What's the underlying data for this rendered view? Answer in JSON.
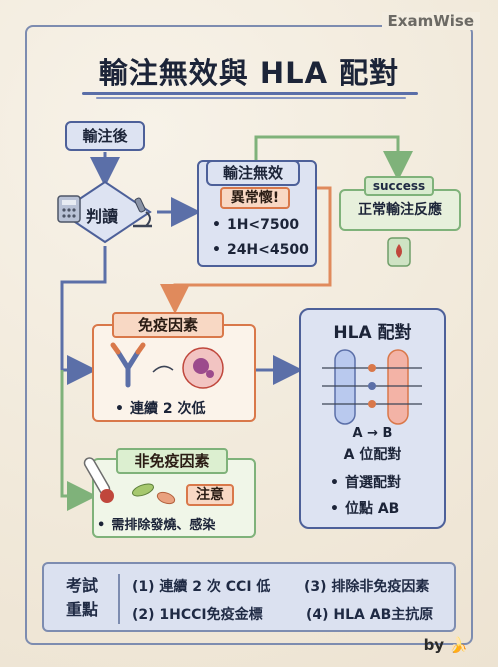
{
  "brand": "ExamWise",
  "title": "輸注無效與 HLA 配對",
  "nodes": {
    "transfusion_after": "輸注後",
    "judge": "判讀",
    "ineffective": {
      "title": "輸注無效",
      "tag": "異常懷!",
      "items": [
        "1H<7500",
        "24H<4500"
      ]
    },
    "success": {
      "tag": "success",
      "label": "正常輸注反應"
    },
    "immune": {
      "title": "免疫因素",
      "items": [
        "連續 2 次低"
      ]
    },
    "nonimmune": {
      "title": "非免疫因素",
      "tag": "注意",
      "items": [
        "需排除發燒、感染"
      ]
    },
    "hla": {
      "title": "HLA 配對",
      "arrow_label": "A → B",
      "sub": "A 位配對",
      "items": [
        "首選配對",
        "位點 AB"
      ]
    }
  },
  "exam": {
    "heading": "考試重點",
    "points": [
      "(1) 連續 2 次 CCI 低",
      "(3) 排除非免疫因素",
      "(2) 1HCCI免疫金標",
      "(4) HLA AB主抗原"
    ]
  },
  "footer": "by"
}
